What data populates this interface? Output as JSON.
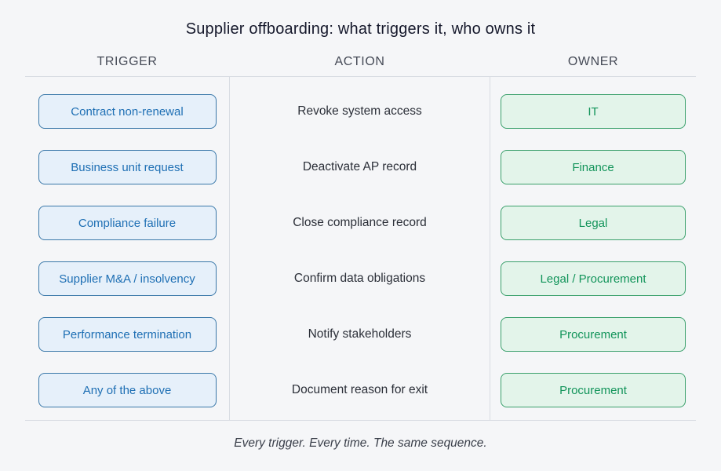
{
  "title": "Supplier offboarding: what triggers it, who owns it",
  "columns": {
    "trigger": "TRIGGER",
    "action": "ACTION",
    "owner": "OWNER"
  },
  "rows": [
    {
      "trigger": "Contract non-renewal",
      "action": "Revoke system access",
      "owner": "IT"
    },
    {
      "trigger": "Business unit request",
      "action": "Deactivate AP record",
      "owner": "Finance"
    },
    {
      "trigger": "Compliance failure",
      "action": "Close compliance record",
      "owner": "Legal"
    },
    {
      "trigger": "Supplier M&A / insolvency",
      "action": "Confirm data obligations",
      "owner": "Legal / Procurement"
    },
    {
      "trigger": "Performance termination",
      "action": "Notify stakeholders",
      "owner": "Procurement"
    },
    {
      "trigger": "Any of the above",
      "action": "Document reason for exit",
      "owner": "Procurement"
    }
  ],
  "footer": "Every trigger. Every time. The same sequence.",
  "colors": {
    "background": "#f5f6f8",
    "trigger_fill": "#e6f0fa",
    "trigger_border": "#3a78a9",
    "trigger_text": "#1e6fb4",
    "owner_fill": "#e3f4ea",
    "owner_border": "#3ba06c",
    "owner_text": "#12945a",
    "divider": "#d8dce2"
  }
}
